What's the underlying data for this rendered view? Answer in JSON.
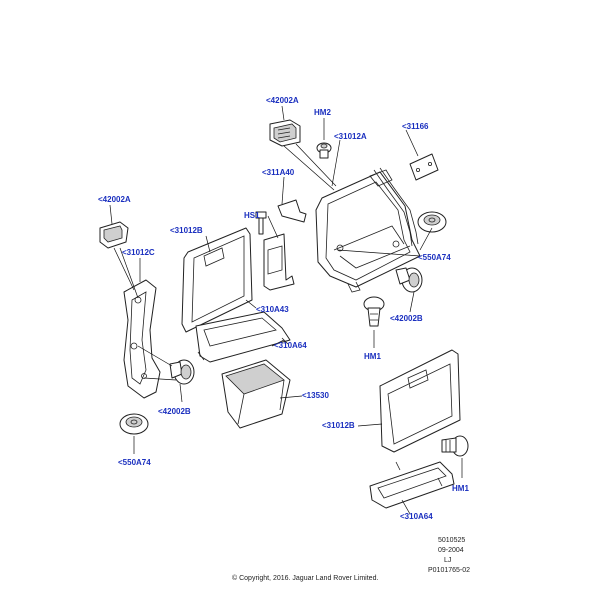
{
  "callouts": [
    {
      "id": "42002A-top",
      "text": "<42002A"
    },
    {
      "id": "HM2",
      "text": "HM2"
    },
    {
      "id": "31012A",
      "text": "<31012A"
    },
    {
      "id": "31166",
      "text": "<31166"
    },
    {
      "id": "311A40",
      "text": "<311A40"
    },
    {
      "id": "42002A-left",
      "text": "<42002A"
    },
    {
      "id": "HS1",
      "text": "HS1"
    },
    {
      "id": "31012B-top",
      "text": "<31012B"
    },
    {
      "id": "31012C",
      "text": "<31012C"
    },
    {
      "id": "550A74-right",
      "text": "<550A74"
    },
    {
      "id": "310A43",
      "text": "<310A43"
    },
    {
      "id": "42002B-right",
      "text": "<42002B"
    },
    {
      "id": "HM1-upper",
      "text": "HM1"
    },
    {
      "id": "310A64-upper",
      "text": "<310A64"
    },
    {
      "id": "13530",
      "text": "<13530"
    },
    {
      "id": "42002B-left",
      "text": "<42002B"
    },
    {
      "id": "31012B-bottom",
      "text": "<31012B"
    },
    {
      "id": "550A74-left",
      "text": "<550A74"
    },
    {
      "id": "HM1-lower",
      "text": "HM1"
    },
    {
      "id": "310A64-lower",
      "text": "<310A64"
    }
  ],
  "reference": {
    "code": "5010525",
    "date": "09-2004",
    "initials": "LJ",
    "drawing_no": "P0101765-02"
  },
  "copyright": "© Copyright, 2016. Jaguar Land Rover Limited."
}
